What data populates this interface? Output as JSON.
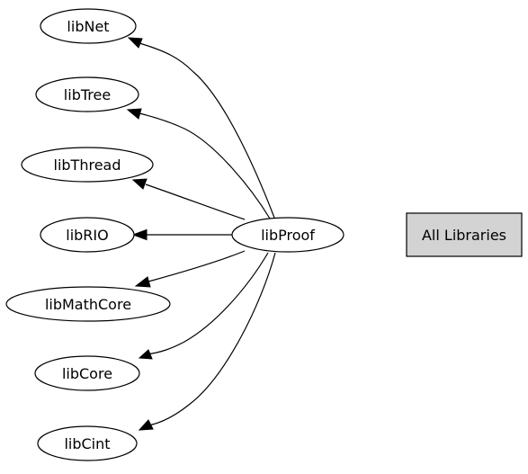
{
  "graph": {
    "center": {
      "id": "proof",
      "label": "libProof"
    },
    "dependencies": [
      {
        "id": "net",
        "label": "libNet"
      },
      {
        "id": "tree",
        "label": "libTree"
      },
      {
        "id": "thread",
        "label": "libThread"
      },
      {
        "id": "rio",
        "label": "libRIO"
      },
      {
        "id": "mathcore",
        "label": "libMathCore"
      },
      {
        "id": "core",
        "label": "libCore"
      },
      {
        "id": "cint",
        "label": "libCint"
      }
    ],
    "all_libraries_label": "All Libraries"
  },
  "colors": {
    "background": "#ffffff",
    "node_fill": "#ffffff",
    "box_fill": "#d3d3d3",
    "stroke": "#000000"
  }
}
